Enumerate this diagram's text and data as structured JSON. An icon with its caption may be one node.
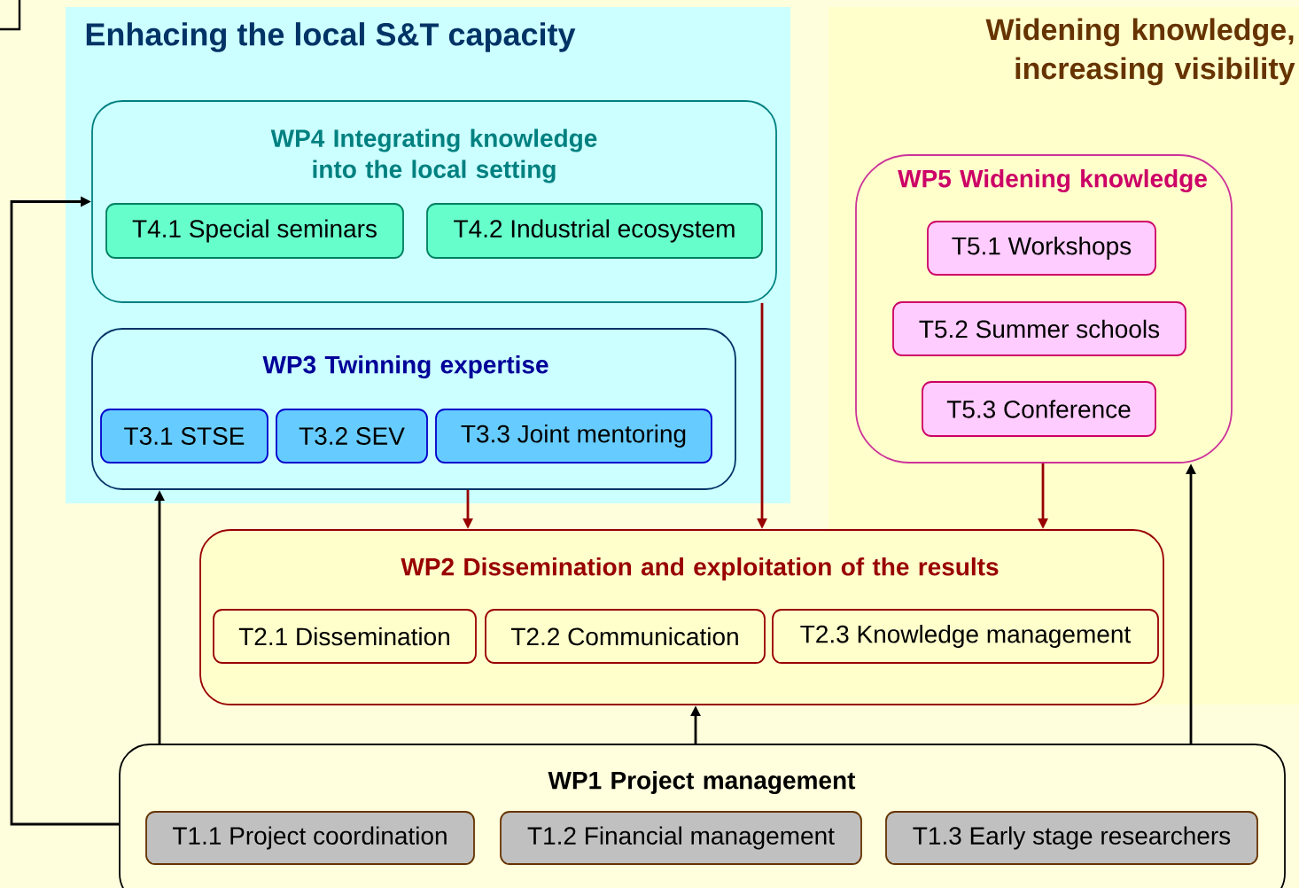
{
  "diagram": {
    "nodes": [
      {
        "text": [
          "Enhacing the local S&T capacity"
        ]
      },
      {
        "text": [
          "Widening knowledge, increasing visibility"
        ]
      },
      {
        "text": [
          "WP4 Integrating knowledge into the local setting"
        ],
        "in": 0
      },
      {
        "text": [
          "T4.1 Special seminars"
        ],
        "in": 2
      },
      {
        "text": [
          "T4.2 Industrial ecosystem"
        ],
        "in": 2
      },
      {
        "text": [
          "WP3 Twinning expertise"
        ],
        "in": 0
      },
      {
        "text": [
          "T3.1 STSE"
        ],
        "in": 5
      },
      {
        "text": [
          "T3.2 SEV"
        ],
        "in": 5
      },
      {
        "text": [
          "T3.3 Joint mentoring"
        ],
        "in": 5
      },
      {
        "text": [
          "WP5 Widening knowledge"
        ],
        "in": 1
      },
      {
        "text": [
          "T5.1 Workshops"
        ],
        "in": 9
      },
      {
        "text": [
          "T5.2 Summer schools"
        ],
        "in": 9
      },
      {
        "text": [
          "T5.3 Conference"
        ],
        "in": 9
      },
      {
        "text": [
          "WP2 Dissemination and exploitation of the results"
        ]
      },
      {
        "text": [
          "T2.1 Dissemination"
        ],
        "in": 13
      },
      {
        "text": [
          "T2.2 Communication"
        ],
        "in": 13
      },
      {
        "text": [
          "T2.3 Knowledge management"
        ],
        "in": 13
      },
      {
        "text": [
          "WP1 Project management"
        ]
      },
      {
        "text": [
          "T1.1 Project coordination"
        ],
        "in": 17
      },
      {
        "text": [
          "T1.2 Financial management"
        ],
        "in": 17
      },
      {
        "text": [
          "T1.3 Early stage researchers"
        ],
        "in": 17
      }
    ],
    "edges": [
      {
        "from": 17,
        "to": 2,
        "arrow": "to"
      },
      {
        "from": 17,
        "to": 5,
        "arrow": "to"
      },
      {
        "from": 17,
        "to": 13,
        "arrow": "to"
      },
      {
        "from": 17,
        "to": 9,
        "arrow": "to"
      },
      {
        "from": 5,
        "to": 13,
        "arrow": "to",
        "color": "#990000"
      },
      {
        "from": 2,
        "to": 13,
        "arrow": "to",
        "color": "#990000"
      },
      {
        "from": 9,
        "to": 13,
        "arrow": "to",
        "color": "#990000"
      }
    ]
  }
}
